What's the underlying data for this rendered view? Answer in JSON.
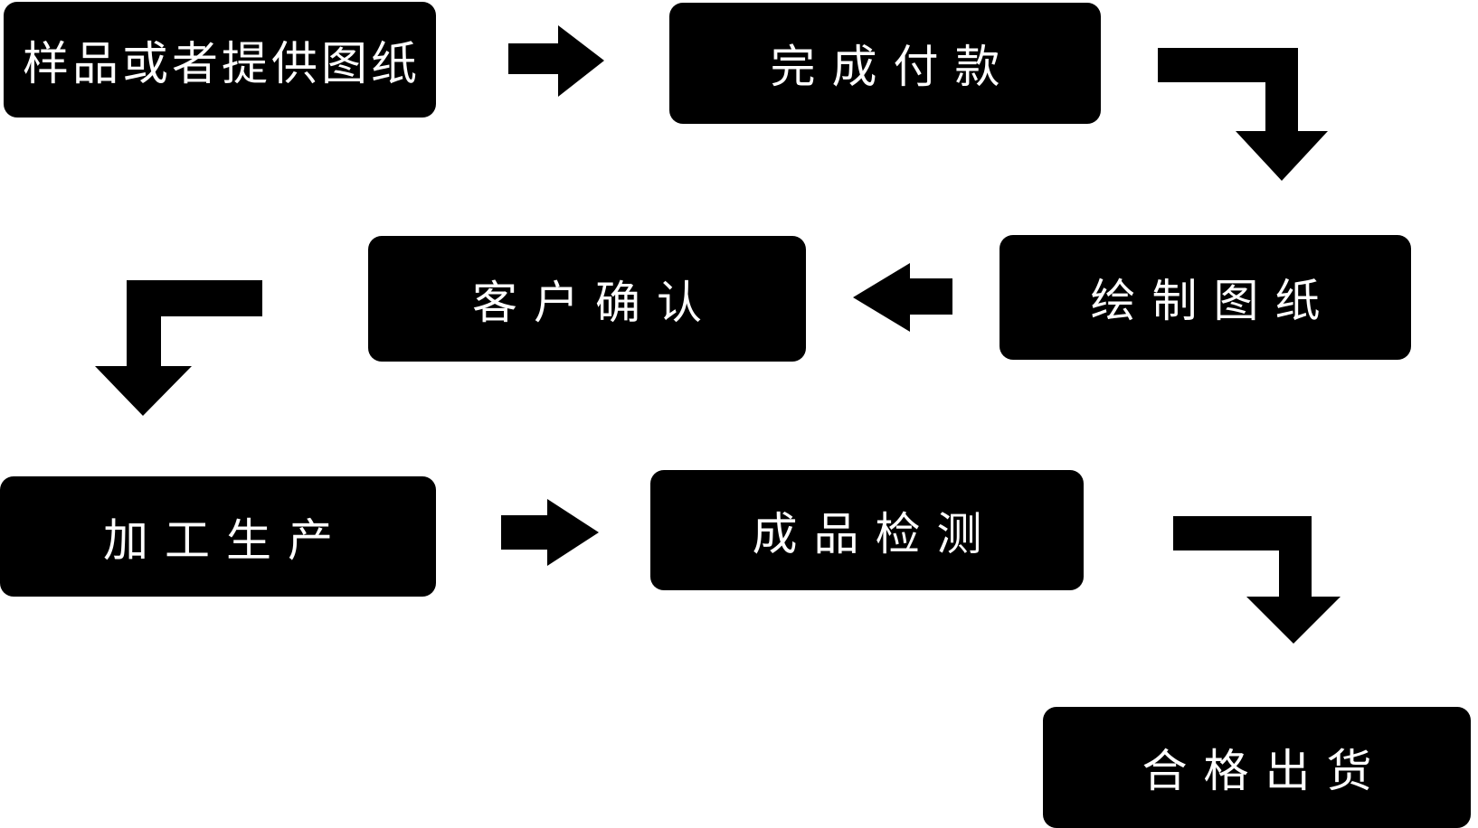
{
  "page": {
    "background_color": "#ffffff",
    "node_color": "#000000",
    "node_text_color": "#ffffff",
    "arrow_color": "#000000"
  },
  "flowchart": {
    "nodes": [
      {
        "id": "step-1",
        "label": "样品或者提供图纸"
      },
      {
        "id": "step-2",
        "label": "完成付款"
      },
      {
        "id": "step-3",
        "label": "绘制图纸"
      },
      {
        "id": "step-4",
        "label": "客户确认"
      },
      {
        "id": "step-5",
        "label": "加工生产"
      },
      {
        "id": "step-6",
        "label": "成品检测"
      },
      {
        "id": "step-7",
        "label": "合格出货"
      }
    ],
    "connections": [
      {
        "from": "样品或者提供图纸",
        "to": "完成付款",
        "icon": "arrow-right-icon"
      },
      {
        "from": "完成付款",
        "to": "绘制图纸",
        "icon": "arrow-corner-right-down-icon"
      },
      {
        "from": "绘制图纸",
        "to": "客户确认",
        "icon": "arrow-left-icon"
      },
      {
        "from": "客户确认",
        "to": "加工生产",
        "icon": "arrow-corner-left-down-icon"
      },
      {
        "from": "加工生产",
        "to": "成品检测",
        "icon": "arrow-right-icon"
      },
      {
        "from": "成品检测",
        "to": "合格出货",
        "icon": "arrow-corner-right-down-icon"
      }
    ]
  }
}
